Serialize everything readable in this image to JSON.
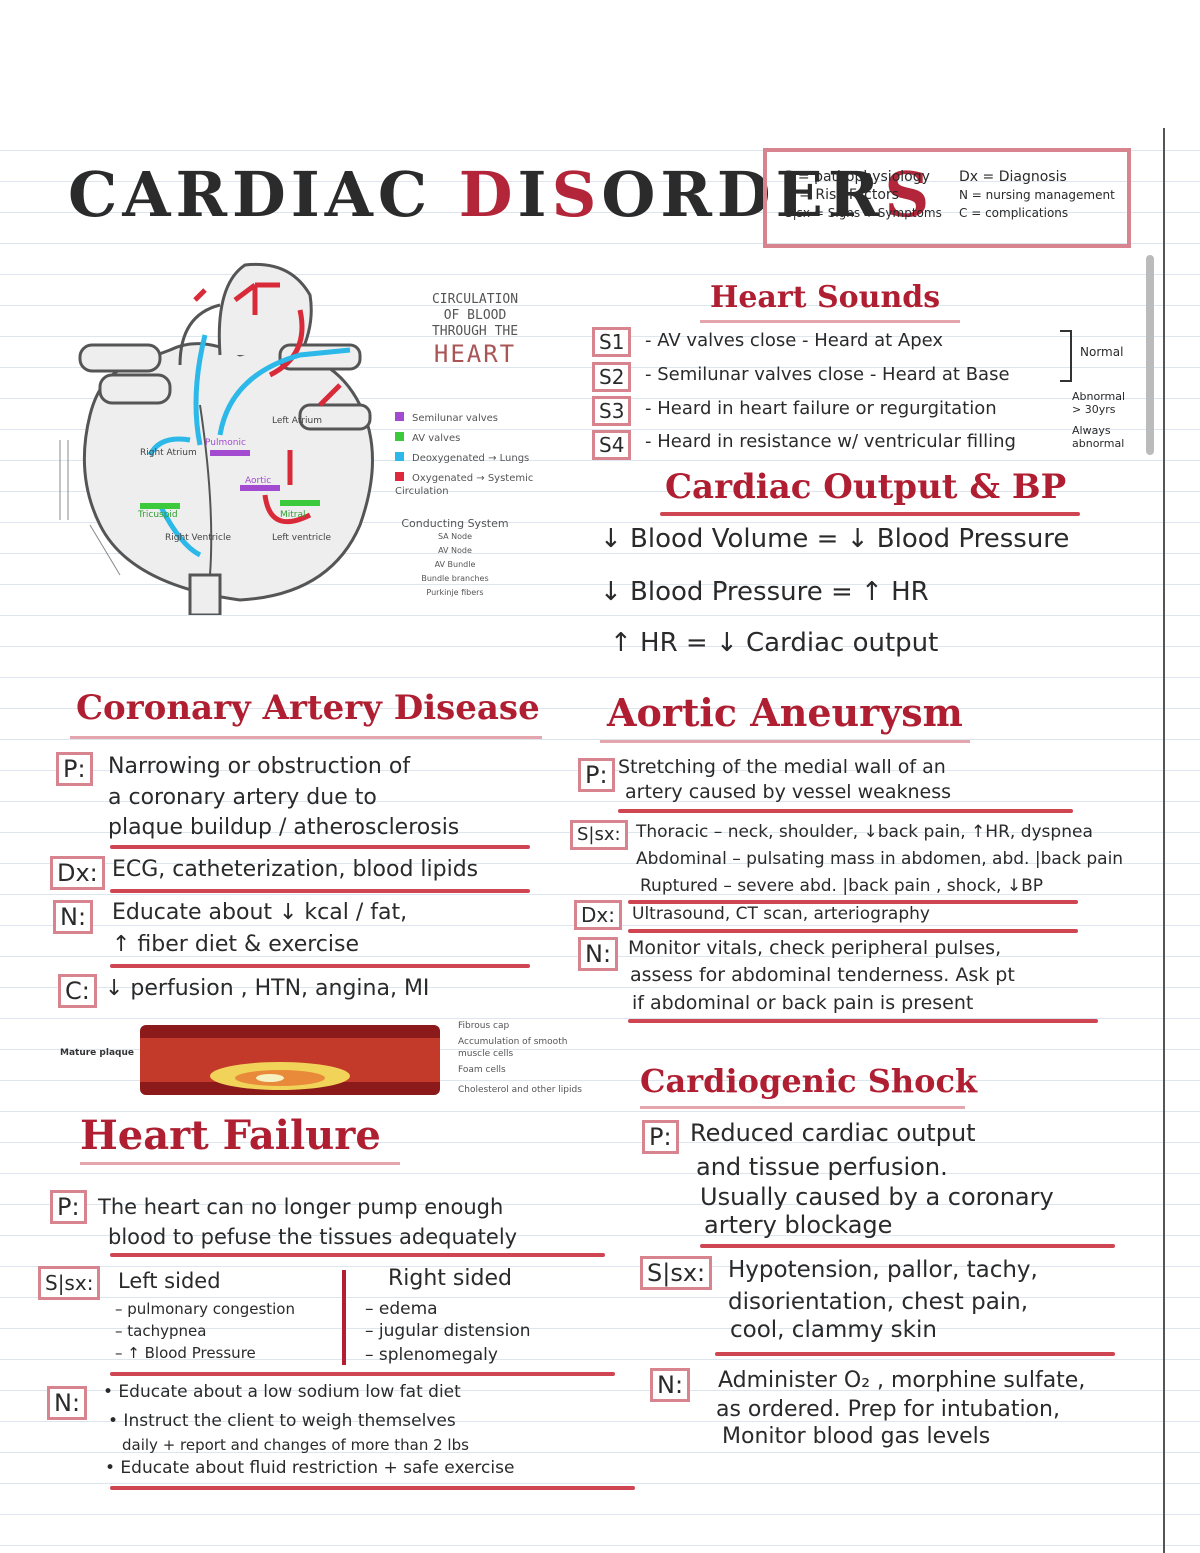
{
  "title": {
    "black": "CARDIAC ",
    "red_d": "D",
    "black2": "I",
    "red_s": "S",
    "black3": "ORDER",
    "red_end": "S"
  },
  "legend": {
    "col1": [
      "P = pathophysiology",
      "R = Risk Factors",
      "S|sx = Signs + Symptoms"
    ],
    "col2": [
      "Dx = Diagnosis",
      "N = nursing management",
      "C = complications"
    ]
  },
  "diagram": {
    "caption": [
      "CIRCULATION",
      "OF BLOOD",
      "THROUGH THE",
      "HEART"
    ],
    "legend": [
      {
        "label": "Semilunar valves",
        "color": "#a24bd1"
      },
      {
        "label": "AV valves",
        "color": "#3cc93c"
      },
      {
        "label": "Deoxygenated → Lungs",
        "color": "#2cb8e8"
      },
      {
        "label": "Oxygenated → Systemic Circulation",
        "color": "#e0283c"
      }
    ],
    "conducting_title": "Conducting System",
    "conducting": [
      "SA Node",
      "AV Node",
      "AV Bundle",
      "Bundle branches",
      "Purkinje fibers"
    ],
    "labels": {
      "right_atrium": "Right Atrium",
      "left_atrium": "Left Atrium",
      "right_ventricle": "Right Ventricle",
      "left_ventricle": "Left ventricle",
      "pulmonic": "Pulmonic",
      "aortic": "Aortic",
      "tricuspid": "Tricuspid",
      "mitral": "Mitral"
    }
  },
  "heart_sounds": {
    "heading": "Heart Sounds",
    "rows": [
      {
        "code": "S1",
        "text": "- AV valves close  -  Heard at Apex"
      },
      {
        "code": "S2",
        "text": "- Semilunar valves close  -  Heard at Base"
      },
      {
        "code": "S3",
        "text": "- Heard in heart failure or regurgitation"
      },
      {
        "code": "S4",
        "text": "- Heard in resistance w/ ventricular filling"
      }
    ],
    "normal": "Normal",
    "s3_note": [
      "Abnormal",
      "> 30yrs"
    ],
    "s4_note": [
      "Always",
      "abnormal"
    ]
  },
  "cardiac_output": {
    "heading": "Cardiac Output & BP",
    "lines": [
      "↓ Blood Volume  =  ↓ Blood Pressure",
      "↓ Blood Pressure  = ↑ HR",
      "↑ HR   = ↓ Cardiac output"
    ]
  },
  "cad": {
    "heading": "Coronary Artery Disease",
    "p_code": "P:",
    "p": [
      "Narrowing or obstruction of",
      "a coronary artery due to",
      "plaque  buildup / atherosclerosis"
    ],
    "dx_code": "Dx:",
    "dx": "ECG, catheterization, blood lipids",
    "n_code": "N:",
    "n": [
      "Educate about ↓ kcal / fat,",
      "↑ fiber diet & exercise"
    ],
    "c_code": "C:",
    "c": "↓ perfusion , HTN, angina, MI"
  },
  "plaque": {
    "label": "Mature plaque",
    "callouts": [
      "Fibrous cap",
      "Accumulation of smooth muscle cells",
      "Foam cells",
      "Cholesterol and other lipids"
    ]
  },
  "aneurysm": {
    "heading": "Aortic Aneurysm",
    "p_code": "P:",
    "p": [
      "Stretching of the medial wall of an",
      "artery caused by vessel weakness"
    ],
    "s_code": "S|sx:",
    "s": [
      "Thoracic –  neck, shoulder, ↓back pain, ↑HR, dyspnea",
      "Abdominal – pulsating mass in abdomen, abd. |back pain",
      "Ruptured – severe abd. |back pain , shock, ↓BP"
    ],
    "dx_code": "Dx:",
    "dx": "Ultrasound, CT scan, arteriography",
    "n_code": "N:",
    "n": [
      "Monitor vitals, check peripheral pulses,",
      "assess for abdominal tenderness. Ask pt",
      "if abdominal or back pain is present"
    ]
  },
  "heart_failure": {
    "heading": "Heart Failure",
    "p_code": "P:",
    "p": [
      "The heart can no longer pump enough",
      "blood to pefuse the tissues adequately"
    ],
    "s_code": "S|sx:",
    "left_title": "Left sided",
    "left": [
      "– pulmonary congestion",
      "– tachypnea",
      "– ↑ Blood Pressure"
    ],
    "right_title": "Right sided",
    "right": [
      "– edema",
      "– jugular distension",
      "– splenomegaly"
    ],
    "n_code": "N:",
    "n": [
      "• Educate about a low sodium low fat diet",
      "• Instruct the client to weigh themselves",
      "daily + report and changes of more than 2 lbs",
      "• Educate about fluid restriction + safe exercise"
    ]
  },
  "shock": {
    "heading": "Cardiogenic Shock",
    "p_code": "P:",
    "p": [
      "Reduced cardiac output",
      "and tissue perfusion.",
      "Usually caused by a coronary",
      "artery blockage"
    ],
    "s_code": "S|sx:",
    "s": [
      "Hypotension, pallor, tachy,",
      "disorientation, chest pain,",
      "cool, clammy skin"
    ],
    "n_code": "N:",
    "n": [
      "Administer O₂ , morphine sulfate,",
      "as ordered. Prep for intubation,",
      "Monitor blood gas levels"
    ]
  }
}
